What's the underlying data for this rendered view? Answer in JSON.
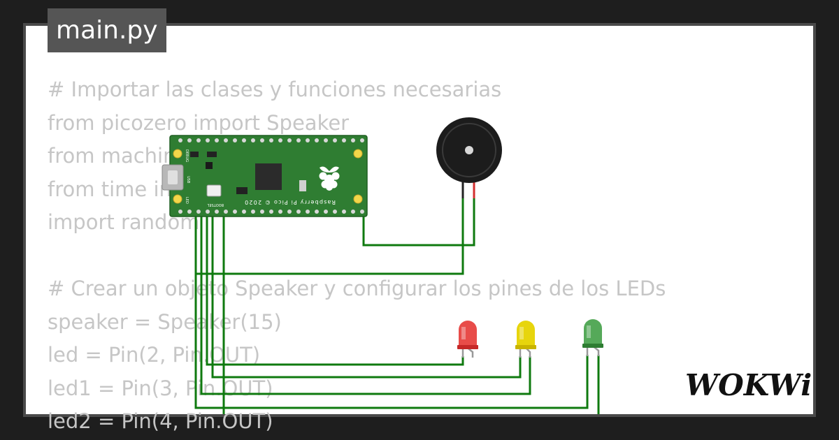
{
  "file": {
    "name": "main.py"
  },
  "code_lines": [
    "# Importar las clases y funciones necesarias",
    "from picozero import Speaker",
    "from machine import Pin",
    "from time import sleep",
    "import random",
    "",
    "# Crear un objeto Speaker y configurar los pines de los LEDs",
    "speaker = Speaker(15)",
    "led = Pin(2, Pin.OUT)",
    "led1 = Pin(3, Pin.OUT)",
    "led2 = Pin(4, Pin.OUT)"
  ],
  "board": {
    "label": "Raspberry Pi Pico © 2020",
    "bootsel_label": "BOOTSEL",
    "usb_label": "USB",
    "debug_label": "DEBUG",
    "led_label": "LED",
    "color": "#2f7d32"
  },
  "components": {
    "speaker": "piezo-buzzer",
    "leds": [
      {
        "name": "red-led",
        "color": "#e53935"
      },
      {
        "name": "yellow-led",
        "color": "#e6d300"
      },
      {
        "name": "green-led",
        "color": "#43a047"
      }
    ]
  },
  "wire_color": "#0f7a0f",
  "brand": {
    "logo": "WOKWi"
  }
}
